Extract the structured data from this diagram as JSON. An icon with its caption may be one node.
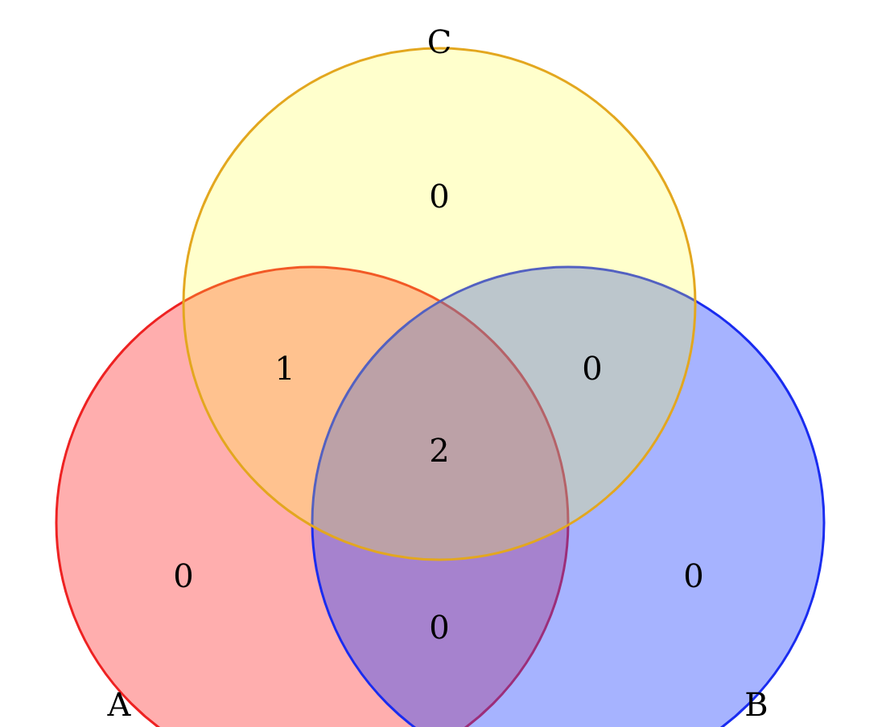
{
  "diagram": {
    "nodes": [
      {
        "text": [
          "C"
        ]
      },
      {
        "text": [
          "A"
        ]
      },
      {
        "text": [
          "B"
        ]
      }
    ],
    "edges": [],
    "labels": [
      "0",
      "1",
      "0",
      "2",
      "0",
      "0",
      "0"
    ]
  }
}
